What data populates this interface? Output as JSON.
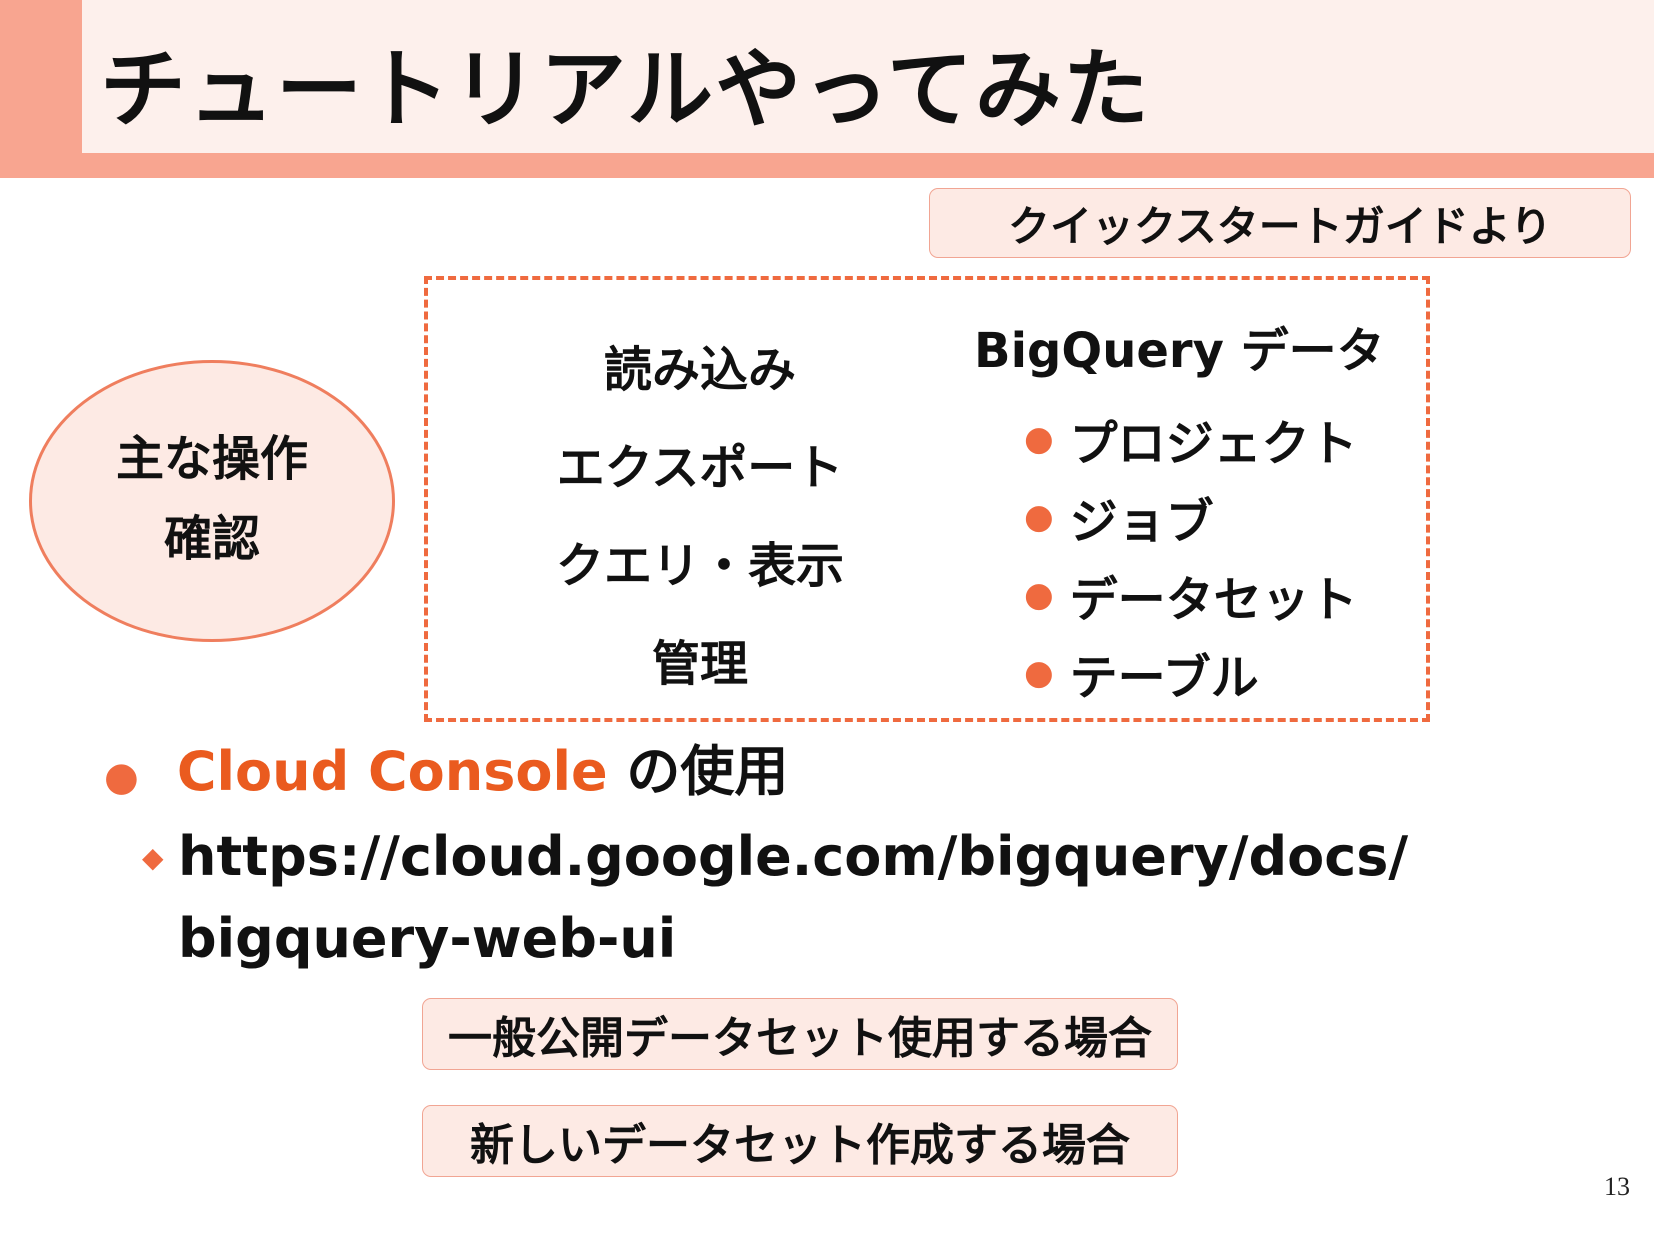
{
  "slide": {
    "title": "チュートリアルやってみた",
    "source_tag": "クイックスタートガイドより",
    "ellipse": {
      "line1": "主な操作",
      "line2": "確認"
    },
    "operations": [
      "読み込み",
      "エクスポート",
      "クエリ・表示",
      "管理"
    ],
    "bigquery": {
      "heading": "BigQuery データ",
      "items": [
        "プロジェクト",
        "ジョブ",
        "データセット",
        "テーブル"
      ]
    },
    "bullet": {
      "accent_text": "Cloud Console",
      "rest_text": " の使用",
      "url_line1": "https://cloud.google.com/bigquery/docs/",
      "url_line2": "bigquery-web-ui"
    },
    "cases": [
      "一般公開データセット使用する場合",
      "新しいデータセット作成する場合"
    ],
    "page_number": "13"
  },
  "colors": {
    "accent": "#ea5b1f",
    "title_band": "#f8a590",
    "box_fill": "#fdeae4"
  }
}
